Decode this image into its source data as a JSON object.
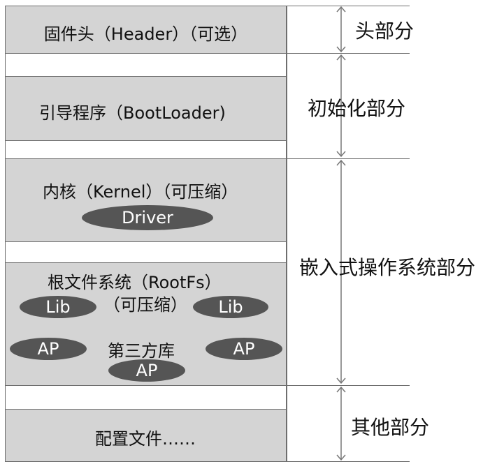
{
  "header_block": {
    "label": "固件头（Header）（可选）"
  },
  "bootloader_block": {
    "label": "引导程序（BootLoader)"
  },
  "kernel_block": {
    "label": "内核（Kernel）（可压缩）",
    "driver": "Driver"
  },
  "rootfs_block": {
    "label_line1": "根文件系统（RootFs）",
    "label_line2": "（可压缩）",
    "lib_left": "Lib",
    "lib_right": "Lib",
    "ap_left": "AP",
    "ap_right": "AP",
    "ap_bottom": "AP",
    "third_party": "第三方库"
  },
  "config_block": {
    "label": "配置文件……"
  },
  "sections": {
    "head": "头部分",
    "init": "初始化部分",
    "os": "嵌入式操作系统部分",
    "other": "其他部分"
  },
  "colors": {
    "block_fill": "#d4d4d4",
    "pill_fill": "#555555",
    "border": "#6e6e6e"
  }
}
